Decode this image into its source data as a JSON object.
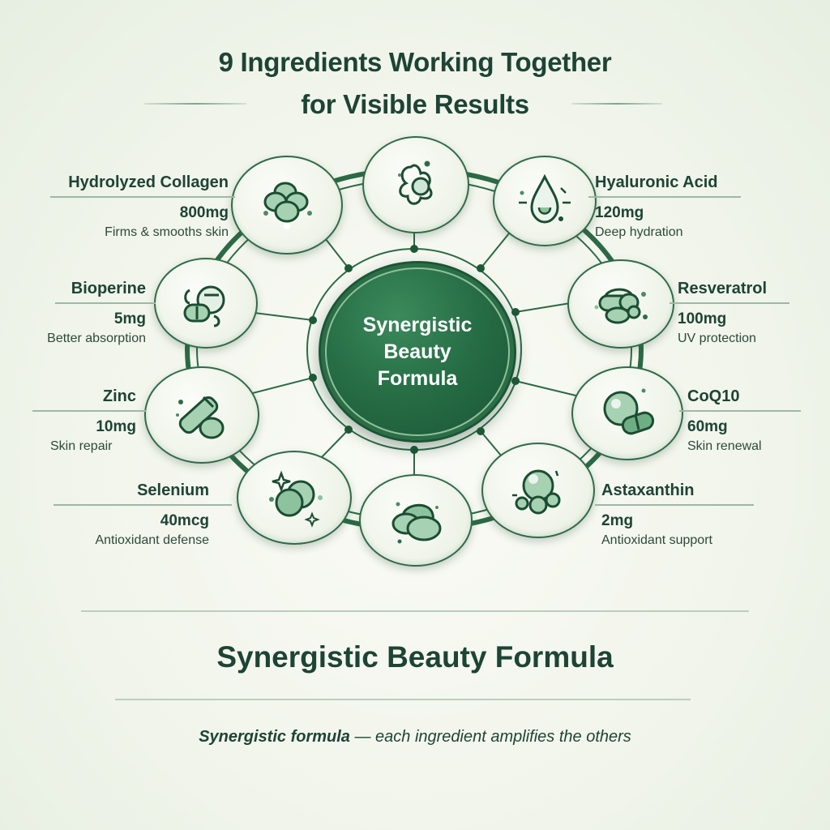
{
  "header": {
    "title_line1": "9 Ingredients Working Together",
    "title_line2": "for Visible Results"
  },
  "hub": {
    "line1": "Synergistic",
    "line2": "Beauty",
    "line3": "Formula"
  },
  "ingredients": [
    {
      "name": "Hydrolyzed Collagen",
      "dose": "800mg",
      "benefit": "Firms & smooths skin",
      "icon": "collagen-spheres-icon"
    },
    {
      "name": "Bioperine",
      "dose": "5mg",
      "benefit": "Better absorption",
      "icon": "capsule-pill-icon"
    },
    {
      "name": "Zinc",
      "dose": "10mg",
      "benefit": "Skin repair",
      "icon": "capsule-tablet-icon"
    },
    {
      "name": "Selenium",
      "dose": "40mcg",
      "benefit": "Antioxidant defense",
      "icon": "sparkle-spheres-icon"
    },
    {
      "name": "Hyaluronic Acid",
      "dose": "120mg",
      "benefit": "Deep hydration",
      "icon": "water-drop-icon"
    },
    {
      "name": "Resveratrol",
      "dose": "100mg",
      "benefit": "UV protection",
      "icon": "grape-capsules-icon"
    },
    {
      "name": "CoQ10",
      "dose": "60mg",
      "benefit": "Skin renewal",
      "icon": "softgel-capsule-icon"
    },
    {
      "name": "Astaxanthin",
      "dose": "2mg",
      "benefit": "Antioxidant support",
      "icon": "bubble-cluster-icon"
    }
  ],
  "unlabeled_nodes": [
    {
      "position": "top",
      "icon": "molecule-orbit-icon"
    },
    {
      "position": "bottom",
      "icon": "softgel-cluster-icon"
    }
  ],
  "footer": {
    "title": "Synergistic Beauty Formula",
    "tagline_bold": "Synergistic formula",
    "tagline_rest": " — each ingredient amplifies the others"
  },
  "colors": {
    "primary_dark": "#1d4434",
    "hub_green": "#256b43",
    "accent_light": "#8fbf9e",
    "background": "#f2f5ec"
  }
}
